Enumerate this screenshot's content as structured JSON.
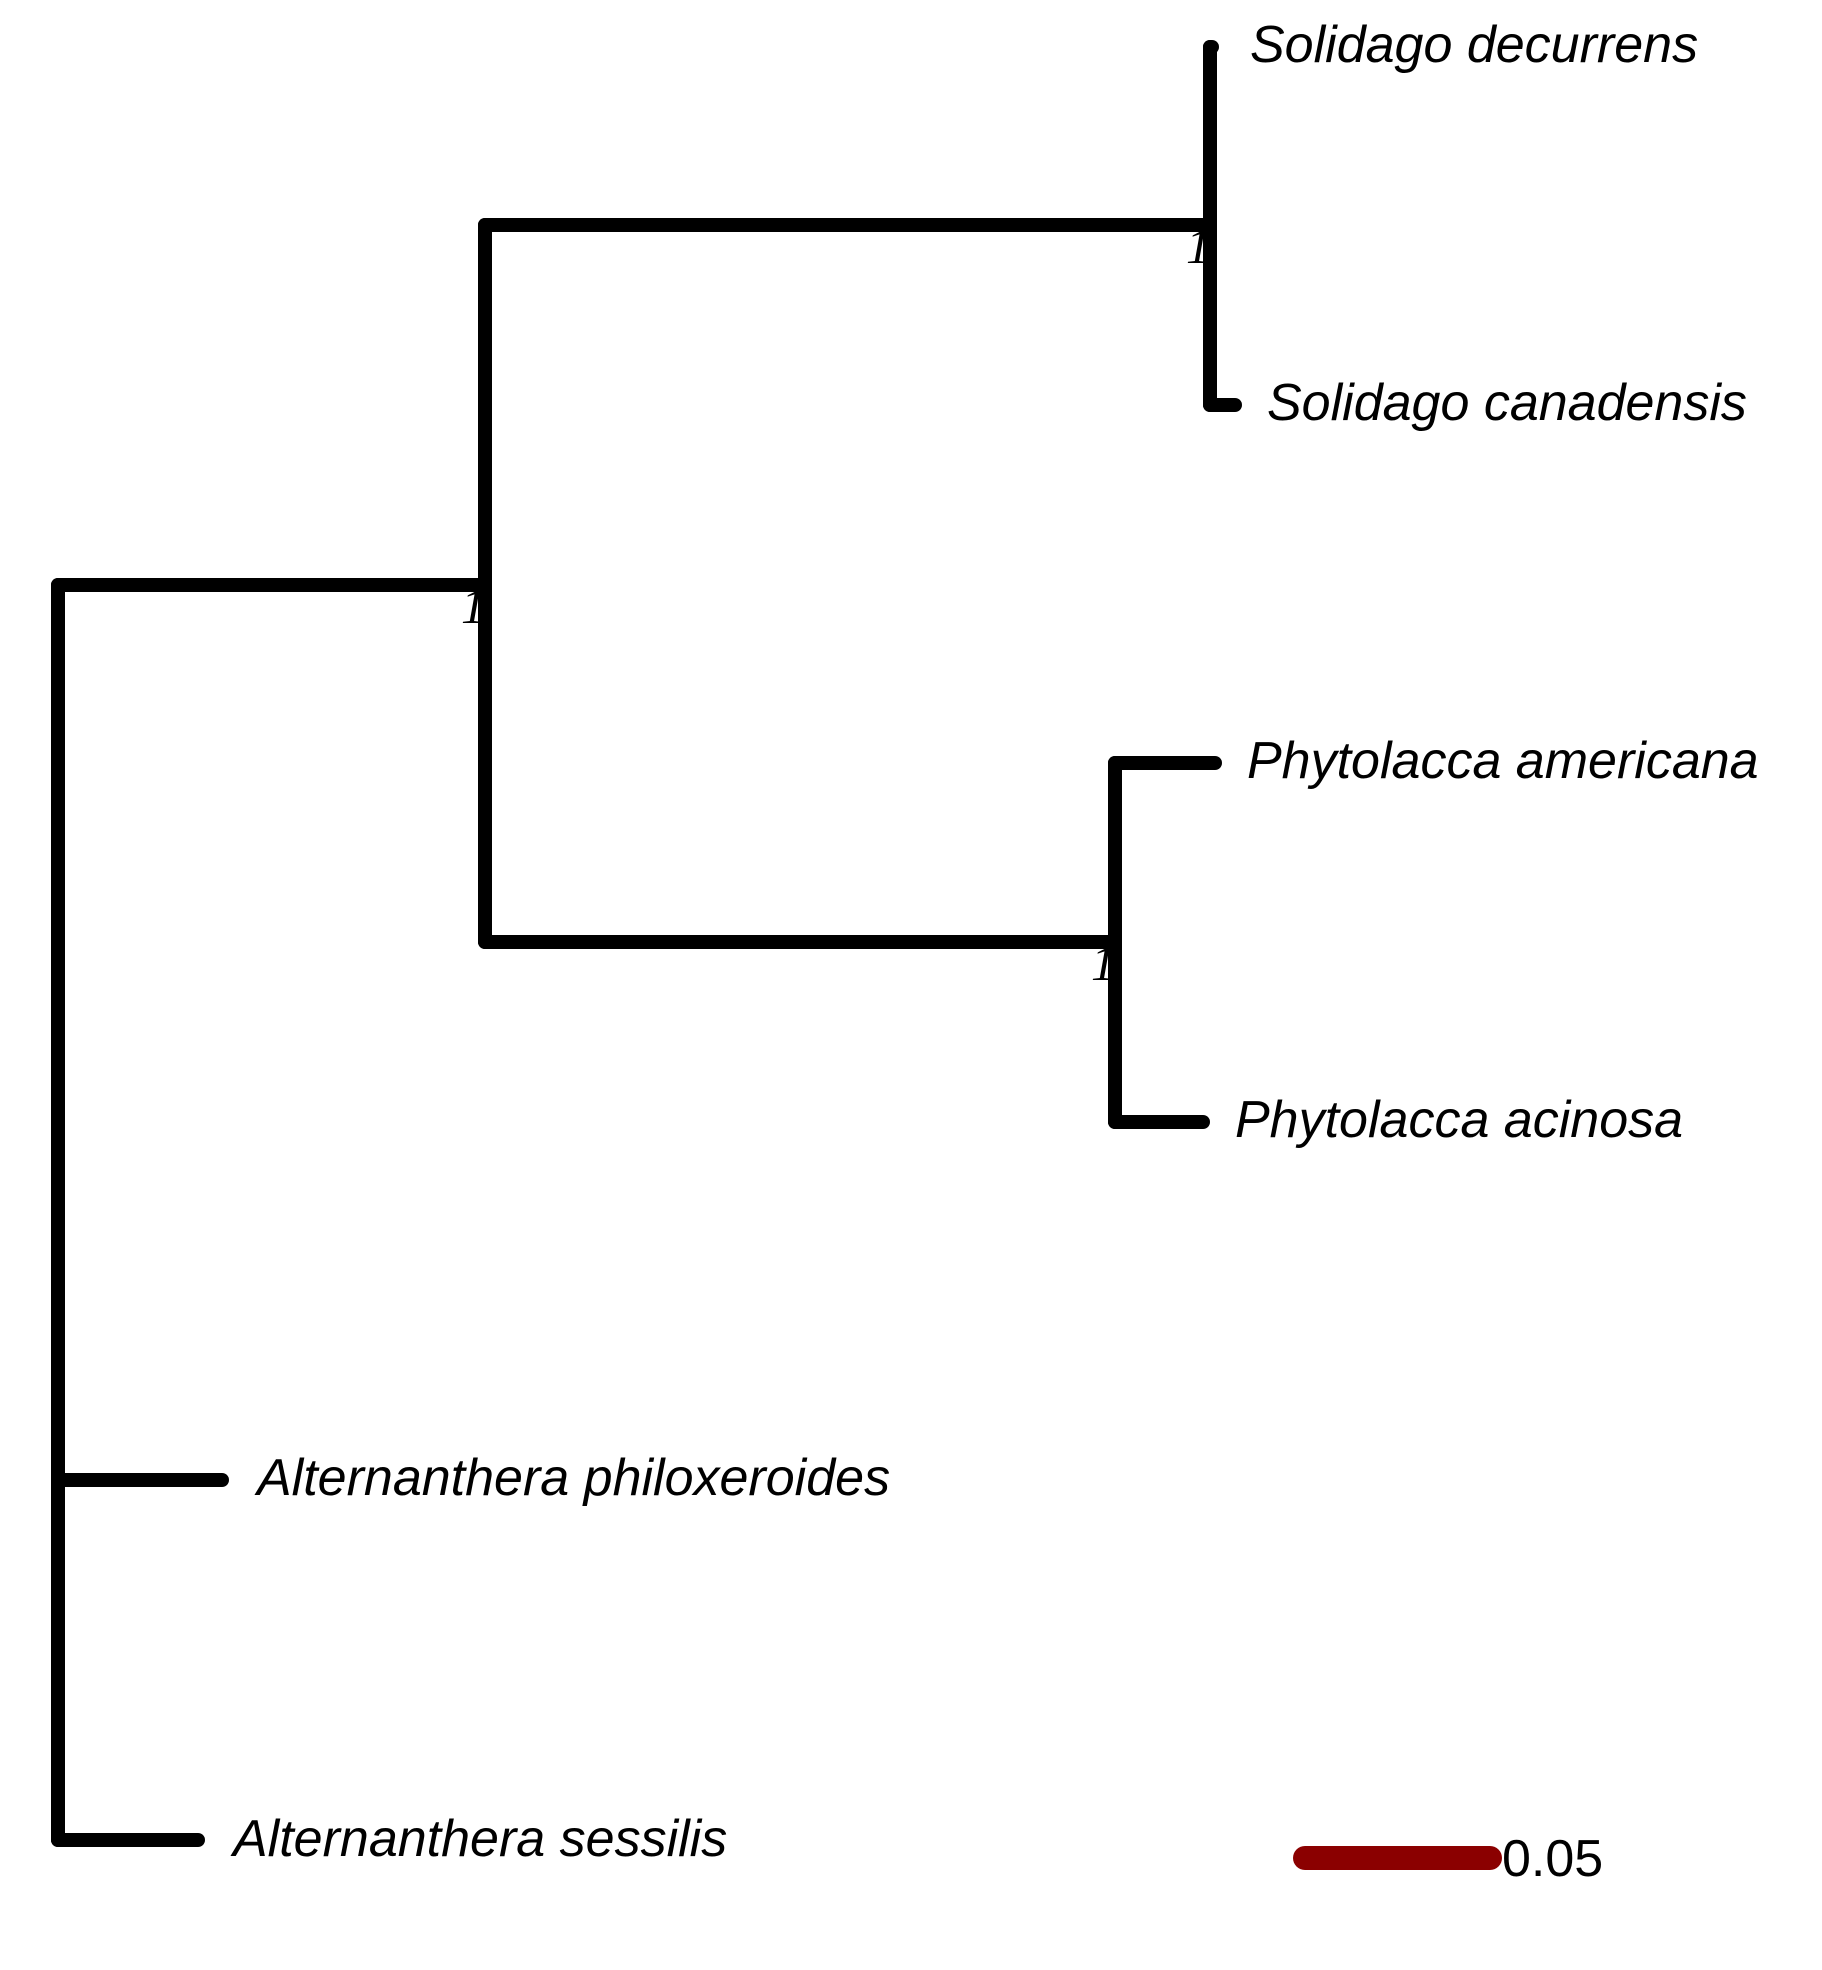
{
  "tree": {
    "taxa": [
      {
        "id": "t1",
        "name": "Solidago decurrens"
      },
      {
        "id": "t2",
        "name": "Solidago canadensis"
      },
      {
        "id": "t3",
        "name": "Phytolacca americana"
      },
      {
        "id": "t4",
        "name": "Phytolacca acinosa"
      },
      {
        "id": "t5",
        "name": "Alternanthera philoxeroides"
      },
      {
        "id": "t6",
        "name": "Alternanthera sessilis"
      }
    ],
    "support_values": [
      {
        "node": "solidago-clade",
        "value": "1"
      },
      {
        "node": "ingroup-clade",
        "value": "1"
      },
      {
        "node": "phytolacca-clade",
        "value": "1"
      }
    ],
    "scale_bar": {
      "label": "0.05",
      "color": "#8b0000"
    },
    "colors": {
      "branch": "#000000"
    }
  }
}
